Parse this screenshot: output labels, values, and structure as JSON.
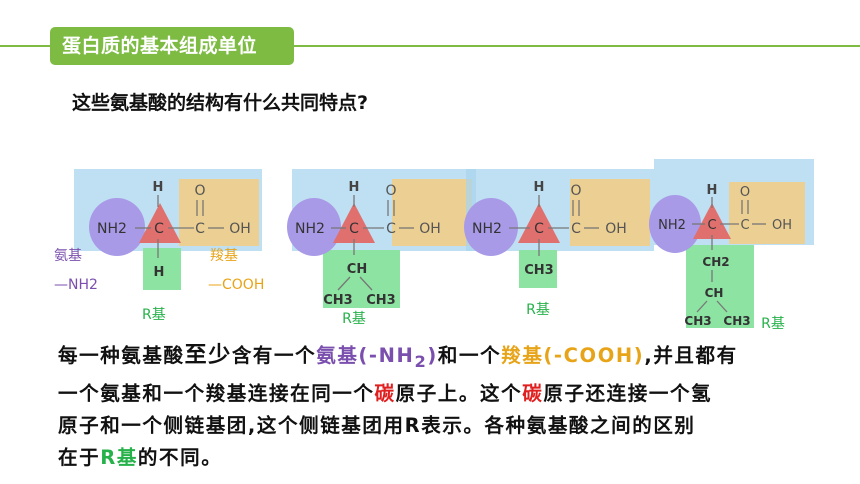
{
  "header": {
    "title": "蛋白质的基本组成单位"
  },
  "question": "这些氨基酸的结构有什么共同特点?",
  "diagram": {
    "atoms": {
      "n": "NH2",
      "c": "C",
      "h": "H",
      "o": "O",
      "oh": "OH",
      "ch": "CH",
      "ch2": "CH2",
      "ch3": "CH3"
    },
    "labels": {
      "amino": "氨基",
      "amino_formula": "—NH2",
      "carboxyl": "羧基",
      "carboxyl_formula": "—COOH",
      "r_group": "R基"
    }
  },
  "body": {
    "l1_a": "每一种氨基酸",
    "l1_b": "至少",
    "l1_c": "含有一个",
    "l1_d": "氨基(-NH",
    "l1_e": "2",
    "l1_f": ")",
    "l1_g": "和一个",
    "l1_h": "羧基(-COOH)",
    "l1_i": ",并且都有",
    "l2_a": "一个氨基和一个羧基连接在同一个",
    "l2_b": "碳",
    "l2_c": "原子上。这个",
    "l2_d": "碳",
    "l2_e": "原子还连接一个氢",
    "l3": "原子和一个侧链基团,这个侧链基团用R表示。各种氨基酸之间的区别",
    "l4_a": "在于",
    "l4_b": "R基",
    "l4_c": "的不同。"
  },
  "colors": {
    "accent": "#7dbb42",
    "amino": "#7b4fae",
    "carboxyl": "#e8a418",
    "carbon": "#e02020",
    "r_group": "#27b14a"
  }
}
